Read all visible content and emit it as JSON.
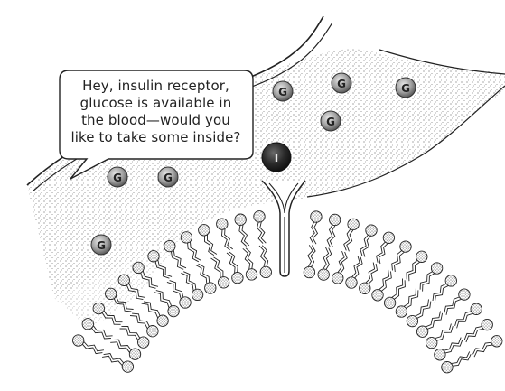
{
  "speech": {
    "lines": [
      "Hey, insulin receptor,",
      "glucose is available in",
      "the blood—would you",
      "like to take some inside?"
    ]
  },
  "labels": {
    "glucose": "G",
    "insulin": "I"
  },
  "colors": {
    "ink": "#222222",
    "stipple": "#555555",
    "molecule_fill": "#9a9a9a",
    "insulin_fill": "#1e1e1e",
    "background": "#ffffff"
  },
  "icons": {
    "glucose": "glucose-molecule-icon",
    "insulin": "insulin-molecule-icon",
    "receptor": "insulin-receptor-icon",
    "phospholipid": "phospholipid-icon"
  }
}
